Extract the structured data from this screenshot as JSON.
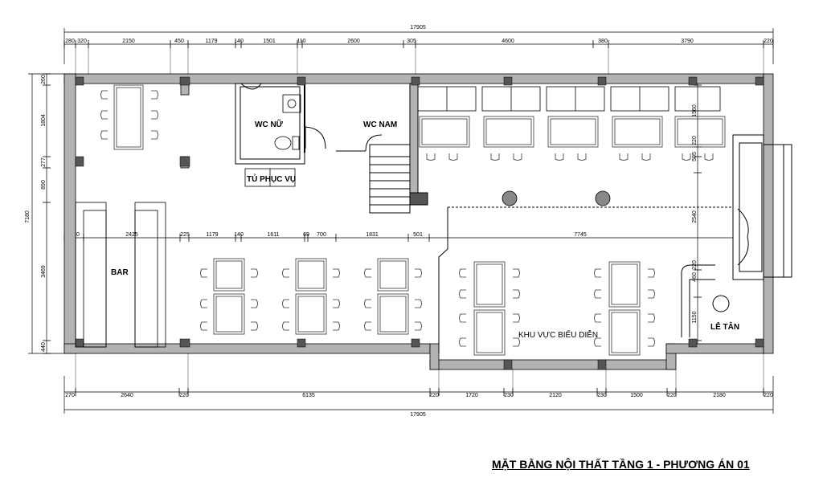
{
  "title": "MẶT BẰNG NỘI THẤT TẦNG 1 - PHƯƠNG ÁN 01",
  "rooms": {
    "wc_nu": "WC NỮ",
    "wc_nam": "WC NAM",
    "tu_phuc_vu": "TỦ PHỤC VỤ",
    "bar": "BAR",
    "khu_vuc_bieu_dien": "KHU VỰC BIỂU DIỄN",
    "le_tan": "LỄ TÂN"
  },
  "dimensions": {
    "overall_width": "17905",
    "overall_depth": "7180",
    "top_row": [
      "280",
      "320",
      "2150",
      "450",
      "1179",
      "140",
      "1501",
      "110",
      "2600",
      "305",
      "4600",
      "380",
      "3790",
      "220"
    ],
    "middle_row": [
      "420",
      "2425",
      "225",
      "1179",
      "140",
      "1611",
      "69",
      "700",
      "1831",
      "501",
      "7745"
    ],
    "bottom_row": [
      "270",
      "2640",
      "220",
      "6135",
      "220",
      "1720",
      "230",
      "2120",
      "230",
      "1500",
      "220",
      "2180",
      "220"
    ],
    "left_column": [
      "260",
      "1804",
      "277",
      "890",
      "3469",
      "440"
    ],
    "right_column": [
      "220",
      "1560",
      "220",
      "505",
      "2540",
      "220",
      "460",
      "1150",
      "220"
    ]
  },
  "colors": {
    "line": "#000000",
    "wall_fill": "#b3b3b3",
    "column_fill": "#555555",
    "furniture": "#333333"
  }
}
